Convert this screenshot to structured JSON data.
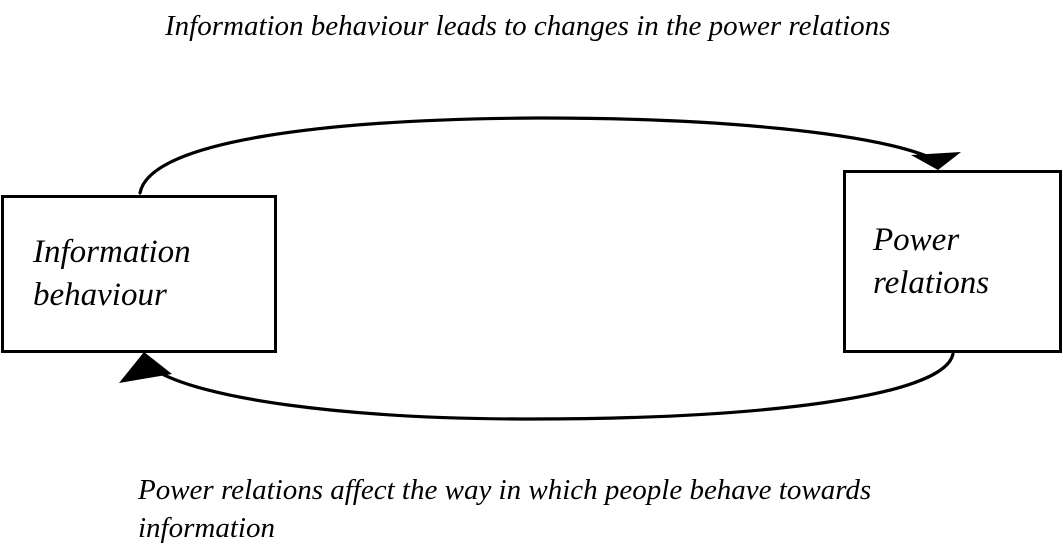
{
  "diagram": {
    "title": "Information behaviour and power relations reciprocal cycle",
    "background_color": "#ffffff",
    "stroke_color": "#000000",
    "captions": {
      "top": "Information behaviour leads to changes in the power relations",
      "bottom": "Power relations affect the way in which people behave towards information"
    },
    "nodes": [
      {
        "id": "information-behaviour",
        "label": "Information behaviour",
        "shape": "rectangle"
      },
      {
        "id": "power-relations",
        "label": "Power relations",
        "shape": "rectangle"
      }
    ],
    "edges": [
      {
        "id": "top-arrow",
        "from": "information-behaviour",
        "to": "power-relations",
        "style": "curved",
        "arrowhead": "filled-triangle",
        "caption": "Information behaviour leads to changes in the power relations"
      },
      {
        "id": "bottom-arrow",
        "from": "power-relations",
        "to": "information-behaviour",
        "style": "curved",
        "arrowhead": "filled-triangle",
        "caption": "Power relations affect the way in which people behave towards information"
      }
    ]
  }
}
